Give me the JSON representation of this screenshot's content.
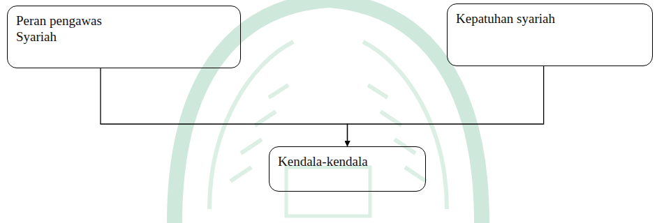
{
  "diagram": {
    "nodes": [
      {
        "text": [
          "Peran pengawas Syariah"
        ]
      },
      {
        "text": [
          "Kepatuhan syariah"
        ]
      },
      {
        "text": [
          "Kendala-kendala"
        ]
      }
    ],
    "edges": [
      {
        "from": 0,
        "to": 2,
        "arrow": "to"
      },
      {
        "from": 1,
        "to": 2,
        "arrow": "to"
      }
    ]
  }
}
